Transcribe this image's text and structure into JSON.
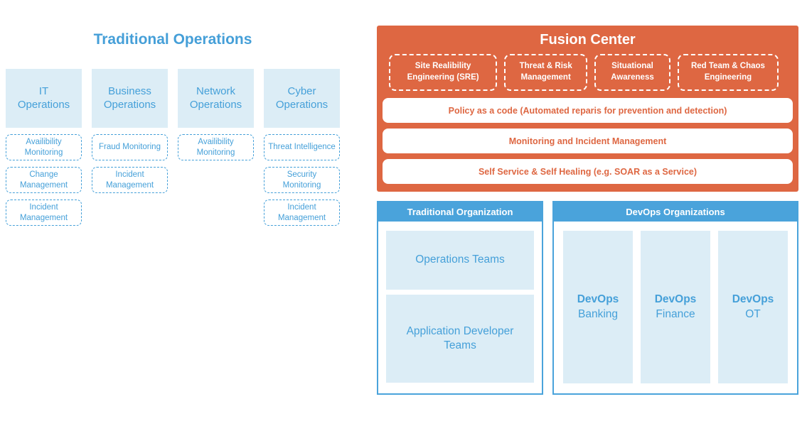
{
  "colors": {
    "orange": "#de6742",
    "blue_header": "#4aa3db",
    "blue_text": "#45a0d9",
    "light_blue_fill": "#dcedf6",
    "white": "#ffffff"
  },
  "traditional_operations": {
    "title": "Traditional Operations",
    "columns": [
      {
        "label": "IT Operations",
        "items": [
          "Availibility Monitoring",
          "Change Management",
          "Incident Management"
        ]
      },
      {
        "label": "Business Operations",
        "items": [
          "Fraud Monitoring",
          "Incident Management"
        ]
      },
      {
        "label": "Network Operations",
        "items": [
          "Availibility Monitoring"
        ]
      },
      {
        "label": "Cyber Operations",
        "items": [
          "Threat Intelligence",
          "Security Monitoring",
          "Incident Management"
        ]
      }
    ]
  },
  "fusion_center": {
    "title": "Fusion Center",
    "capabilities": [
      "Site Realibility Engineering (SRE)",
      "Threat & Risk Management",
      "Situational Awareness",
      "Red Team & Chaos Engineering"
    ],
    "services": [
      "Policy as a code (Automated reparis for prevention and detection)",
      "Monitoring and Incident Management",
      "Self Service & Self Healing (e.g. SOAR as a Service)"
    ]
  },
  "organizations": {
    "traditional": {
      "title": "Traditional Organization",
      "teams": [
        "Operations Teams",
        "Application Developer Teams"
      ]
    },
    "devops": {
      "title": "DevOps Organizations",
      "teams": [
        {
          "line1": "DevOps",
          "line2": "Banking"
        },
        {
          "line1": "DevOps",
          "line2": "Finance"
        },
        {
          "line1": "DevOps",
          "line2": "OT"
        }
      ]
    }
  }
}
